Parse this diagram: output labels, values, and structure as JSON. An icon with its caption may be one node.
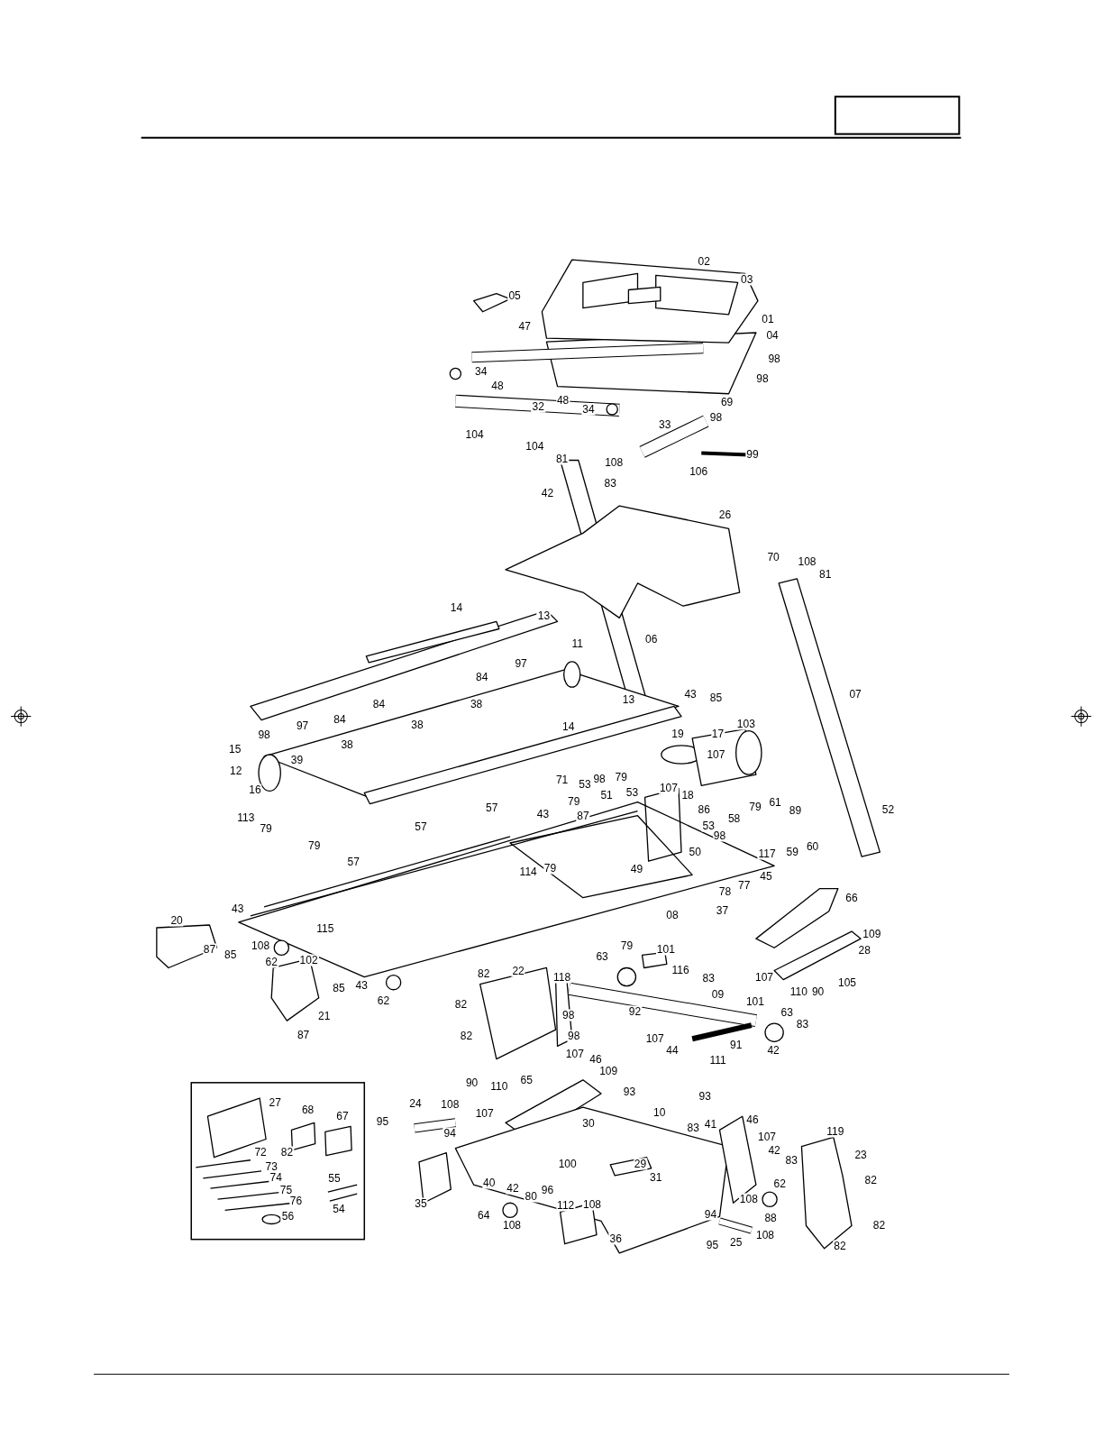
{
  "diagram": {
    "labels": [
      "02",
      "03",
      "05",
      "01",
      "47",
      "04",
      "98",
      "34",
      "98",
      "48",
      "69",
      "48",
      "32",
      "34",
      "98",
      "33",
      "104",
      "104",
      "99",
      "81",
      "108",
      "106",
      "83",
      "42",
      "26",
      "70",
      "108",
      "81",
      "14",
      "13",
      "06",
      "11",
      "97",
      "84",
      "43",
      "85",
      "07",
      "13",
      "84",
      "38",
      "84",
      "97",
      "38",
      "14",
      "103",
      "19",
      "17",
      "98",
      "38",
      "15",
      "39",
      "107",
      "12",
      "71",
      "53",
      "98",
      "79",
      "53",
      "107",
      "16",
      "51",
      "18",
      "79",
      "86",
      "79",
      "61",
      "89",
      "52",
      "57",
      "43",
      "87",
      "113",
      "79",
      "58",
      "53",
      "57",
      "98",
      "117",
      "60",
      "59",
      "50",
      "79",
      "79",
      "114",
      "57",
      "49",
      "45",
      "77",
      "78",
      "37",
      "08",
      "66",
      "20",
      "43",
      "115",
      "109",
      "28",
      "79",
      "87",
      "108",
      "101",
      "63",
      "85",
      "62",
      "102",
      "82",
      "22",
      "116",
      "107",
      "118",
      "83",
      "90",
      "110",
      "105",
      "85",
      "43",
      "62",
      "09",
      "101",
      "82",
      "98",
      "92",
      "63",
      "21",
      "83",
      "82",
      "98",
      "107",
      "44",
      "91",
      "87",
      "42",
      "111",
      "107",
      "46",
      "109",
      "90",
      "110",
      "65",
      "93",
      "93",
      "24",
      "108",
      "95",
      "107",
      "119",
      "10",
      "46",
      "30",
      "94",
      "83",
      "41",
      "107",
      "23",
      "42",
      "83",
      "100",
      "29",
      "82",
      "31",
      "40",
      "42",
      "96",
      "62",
      "80",
      "108",
      "35",
      "112",
      "94",
      "64",
      "88",
      "82",
      "108",
      "36",
      "25",
      "95",
      "82",
      "108",
      "108",
      "27",
      "68",
      "67",
      "72",
      "82",
      "73",
      "74",
      "55",
      "75",
      "76",
      "54",
      "56"
    ]
  }
}
